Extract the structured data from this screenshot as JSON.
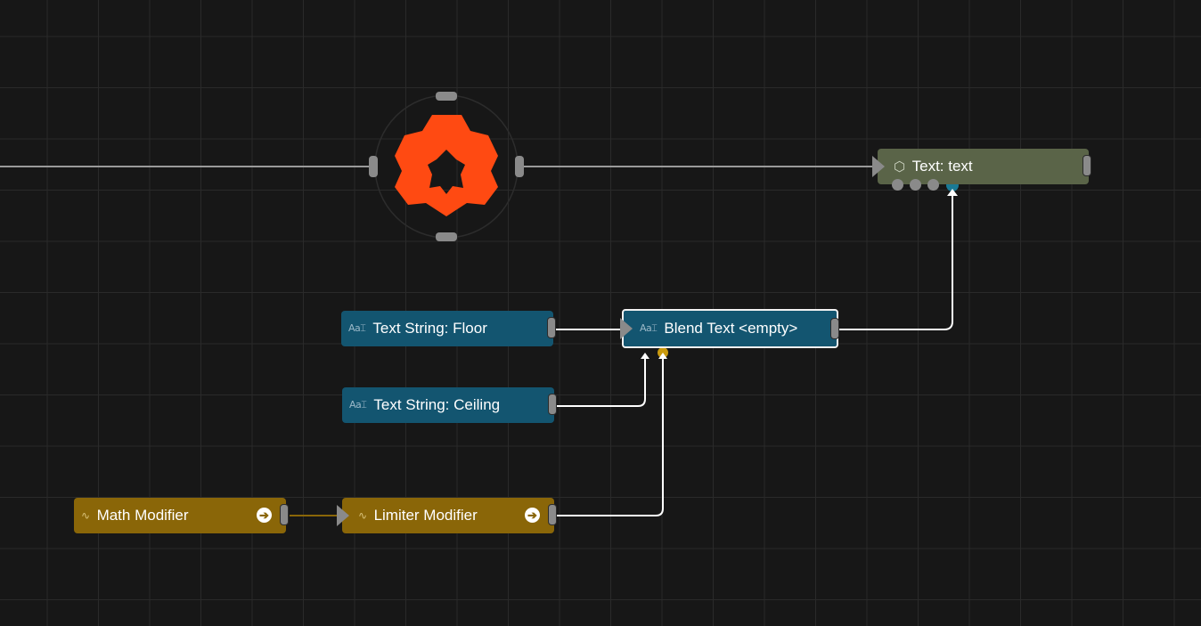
{
  "canvas": {
    "background_color": "#171717",
    "grid_color": "#2a2a2a"
  },
  "logo": {
    "icon": "flower-logo-icon",
    "color": "#ff4a12"
  },
  "nodes": {
    "text_string_floor": {
      "label": "Text String: Floor",
      "icon": "Aa⌶",
      "color": "#135570"
    },
    "text_string_ceiling": {
      "label": "Text String: Ceiling",
      "icon": "Aa⌶",
      "color": "#135570"
    },
    "blend_text": {
      "label": "Blend Text <empty>",
      "icon": "Aa⌶",
      "color": "#135570",
      "selected": true
    },
    "text_target": {
      "label": "Text: text",
      "icon": "⬡",
      "color": "#5a6448"
    },
    "math_modifier": {
      "label": "Math Modifier",
      "icon": "∿",
      "color": "#8a6608",
      "action_icon": "➔"
    },
    "limiter_modifier": {
      "label": "Limiter Modifier",
      "icon": "∿",
      "color": "#8a6608",
      "action_icon": "➔"
    }
  },
  "colors": {
    "wire_white": "#ffffff",
    "wire_grey": "#9a9a9a",
    "wire_gold": "#8a6608",
    "port_grey": "#8a8a8a",
    "port_teal": "#1a7a96",
    "port_gold": "#c99a0e"
  }
}
